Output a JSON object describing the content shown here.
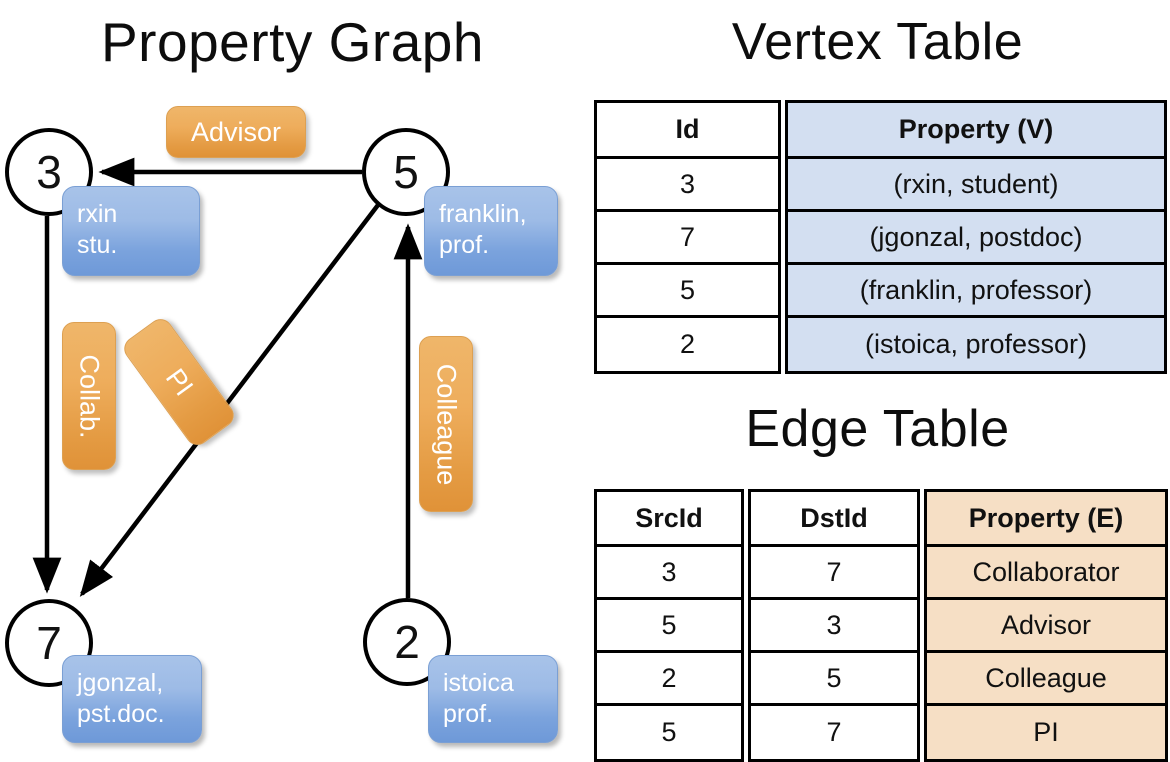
{
  "titles": {
    "property_graph": "Property Graph",
    "vertex_table": "Vertex Table",
    "edge_table": "Edge Table"
  },
  "graph": {
    "nodes": [
      {
        "id": "3",
        "label": "3",
        "property": "rxin\nstu."
      },
      {
        "id": "5",
        "label": "5",
        "property": "franklin,\nprof."
      },
      {
        "id": "7",
        "label": "7",
        "property": "jgonzal,\npst.doc."
      },
      {
        "id": "2",
        "label": "2",
        "property": "istoica\nprof."
      }
    ],
    "node_props": {
      "rxin_line1": "rxin",
      "rxin_line2": "stu.",
      "franklin_line1": "franklin,",
      "franklin_line2": "prof.",
      "jgonzal_line1": "jgonzal,",
      "jgonzal_line2": "pst.doc.",
      "istoica_line1": "istoica",
      "istoica_line2": "prof."
    },
    "edge_labels": {
      "advisor": "Advisor",
      "collab": "Collab.",
      "pi": "PI",
      "colleague": "Colleague"
    },
    "edges": [
      {
        "src": "5",
        "dst": "3",
        "label": "Advisor"
      },
      {
        "src": "3",
        "dst": "7",
        "label": "Collab."
      },
      {
        "src": "5",
        "dst": "7",
        "label": "PI"
      },
      {
        "src": "2",
        "dst": "5",
        "label": "Colleague"
      }
    ]
  },
  "vertex_table": {
    "headers": [
      "Id",
      "Property (V)"
    ],
    "rows": [
      {
        "id": "3",
        "property": "(rxin, student)"
      },
      {
        "id": "7",
        "property": "(jgonzal, postdoc)"
      },
      {
        "id": "5",
        "property": "(franklin, professor)"
      },
      {
        "id": "2",
        "property": "(istoica, professor)"
      }
    ]
  },
  "edge_table": {
    "headers": [
      "SrcId",
      "DstId",
      "Property (E)"
    ],
    "rows": [
      {
        "src": "3",
        "dst": "7",
        "property": "Collaborator"
      },
      {
        "src": "5",
        "dst": "3",
        "property": "Advisor"
      },
      {
        "src": "2",
        "dst": "5",
        "property": "Colleague"
      },
      {
        "src": "5",
        "dst": "7",
        "property": "PI"
      }
    ]
  },
  "colors": {
    "vertex_property_fill": "#d3dff1",
    "edge_property_fill": "#f6dfc5",
    "bubble_blue": "#7ba3dd",
    "bubble_orange": "#e9a24f",
    "stroke": "#000000",
    "background": "#ffffff"
  }
}
